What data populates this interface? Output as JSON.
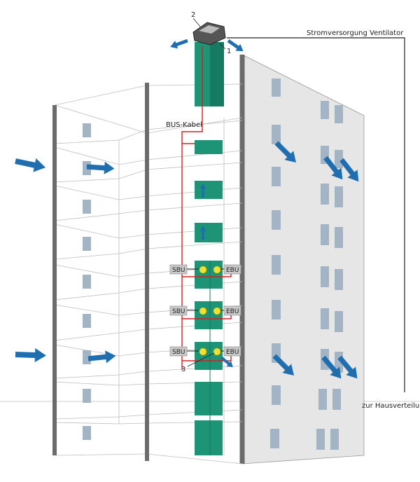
{
  "labels": {
    "power_supply": "Stromversorgung Ventilator",
    "bus_cable": "BUS-Kabel",
    "distribution": "zur Hausverteilung",
    "marker_1": "1",
    "marker_2": "2",
    "marker_3": "3"
  },
  "units": [
    {
      "left": "SBU",
      "right": "EBU"
    },
    {
      "left": "SBU",
      "right": "EBU"
    },
    {
      "left": "SBU",
      "right": "EBU"
    }
  ],
  "colors": {
    "shaft": "#1e9476",
    "shaft_dark": "#157a61",
    "arrow": "#1f6fb0",
    "cable": "#d42020",
    "facade": "#e6e6e6",
    "window": "#a3b4c5",
    "column": "#6b6b6b",
    "sensor": "#f0e030"
  }
}
